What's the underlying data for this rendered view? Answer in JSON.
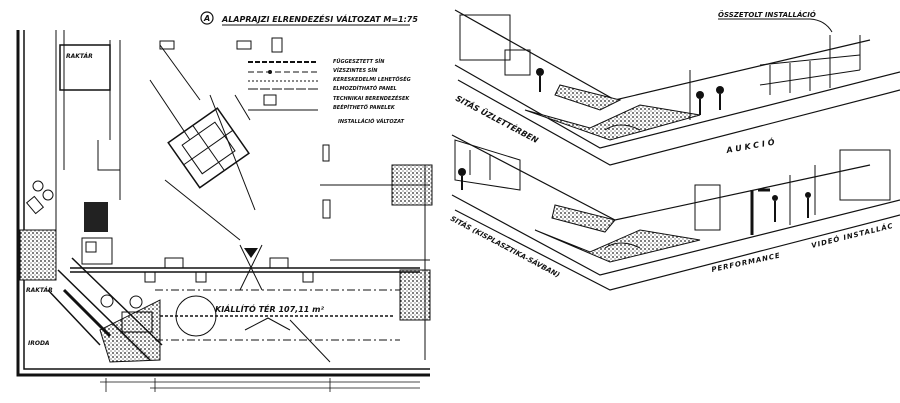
{
  "plan": {
    "marker": "A",
    "title": "ALAPRAJZI ELRENDEZÉSI VÁLTOZAT M=1:75",
    "legend": [
      "FÜGGESZTETT SÍN",
      "VÍZSZINTES SÍN",
      "KERESKEDELMI LEHETŐSÉG",
      "ELMOZDÍTHATÓ PANEL",
      "TECHNIKAI BERENDEZÉSEK",
      "BEÉPÍTHETŐ PANELEK",
      "INSTALLÁCIÓ VÁLTOZAT"
    ],
    "room_label": "KIÁLLÍTÓ TÉR 107,11 m²",
    "small_labels": [
      "RAKTÁR",
      "IRODA",
      "RAKTÁR"
    ]
  },
  "perspective": {
    "top": {
      "callout": "ÖSSZETOLT INSTALLÁCIÓ",
      "left_label": "SITÁS ÜZLETTÉRBEN",
      "right_label": "AUKCIÓ"
    },
    "bottom": {
      "left_label": "SITÁS (KISPLASZTIKA-SÁVBAN)",
      "middle_label": "PERFORMANCE",
      "right_label": "VIDEÓ INSTALLÁC"
    }
  }
}
